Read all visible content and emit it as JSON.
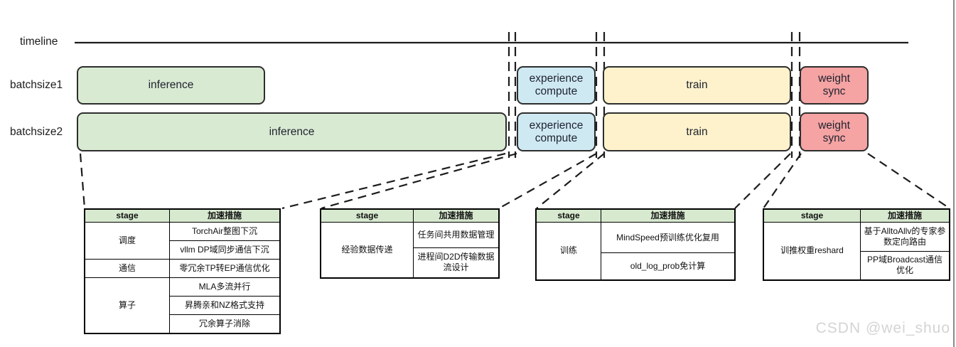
{
  "timeline": {
    "label": "timeline"
  },
  "rows": [
    {
      "label": "batchsize1",
      "boxes": [
        {
          "label": "inference"
        },
        {
          "label": "experience compute"
        },
        {
          "label": "train"
        },
        {
          "label": "weight sync"
        }
      ]
    },
    {
      "label": "batchsize2",
      "boxes": [
        {
          "label": "inference"
        },
        {
          "label": "experience compute"
        },
        {
          "label": "train"
        },
        {
          "label": "weight sync"
        }
      ]
    }
  ],
  "colors": {
    "inference": "#d9ead3",
    "experience_compute": "#cfe9f3",
    "train": "#fdf2cc",
    "weight_sync": "#f5a3a3",
    "table_header_bg": "#d7e9cf"
  },
  "tables": [
    {
      "headers": [
        "stage",
        "加速措施"
      ],
      "groups": [
        {
          "stage": "调度",
          "measures": [
            "TorchAir整图下沉",
            "vllm DP域同步通信下沉"
          ]
        },
        {
          "stage": "通信",
          "measures": [
            "零冗余TP转EP通信优化"
          ]
        },
        {
          "stage": "算子",
          "measures": [
            "MLA多流并行",
            "昇腾亲和NZ格式支持",
            "冗余算子消除"
          ]
        }
      ]
    },
    {
      "headers": [
        "stage",
        "加速措施"
      ],
      "groups": [
        {
          "stage": "经验数据传递",
          "measures": [
            "任务间共用数据管理",
            "进程间D2D传输数据流设计"
          ]
        }
      ]
    },
    {
      "headers": [
        "stage",
        "加速措施"
      ],
      "groups": [
        {
          "stage": "训练",
          "measures": [
            "MindSpeed预训练优化复用",
            "old_log_prob免计算"
          ]
        }
      ]
    },
    {
      "headers": [
        "stage",
        "加速措施"
      ],
      "groups": [
        {
          "stage": "训推权重reshard",
          "measures": [
            "基于AlltoAllv的专家参数定向路由",
            "PP域Broadcast通信优化"
          ]
        }
      ]
    }
  ],
  "watermark": "CSDN @wei_shuo"
}
